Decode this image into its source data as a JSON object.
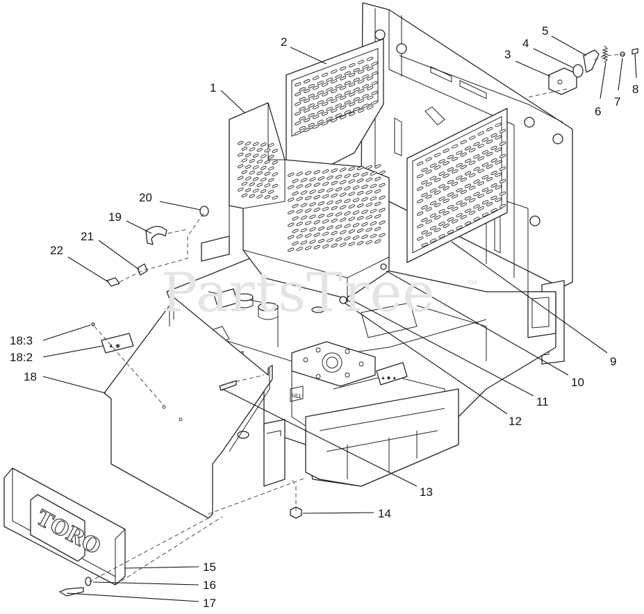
{
  "watermark": "PartsTree",
  "watermark_tm": "TM",
  "logo_text": "TORO",
  "callouts": [
    {
      "id": "callout-1",
      "label": "1"
    },
    {
      "id": "callout-2",
      "label": "2"
    },
    {
      "id": "callout-3",
      "label": "3"
    },
    {
      "id": "callout-4",
      "label": "4"
    },
    {
      "id": "callout-5",
      "label": "5"
    },
    {
      "id": "callout-6",
      "label": "6"
    },
    {
      "id": "callout-7",
      "label": "7"
    },
    {
      "id": "callout-8",
      "label": "8"
    },
    {
      "id": "callout-9",
      "label": "9"
    },
    {
      "id": "callout-10",
      "label": "10"
    },
    {
      "id": "callout-11",
      "label": "11"
    },
    {
      "id": "callout-12",
      "label": "12"
    },
    {
      "id": "callout-13",
      "label": "13"
    },
    {
      "id": "callout-14",
      "label": "14"
    },
    {
      "id": "callout-15",
      "label": "15"
    },
    {
      "id": "callout-16",
      "label": "16"
    },
    {
      "id": "callout-17",
      "label": "17"
    },
    {
      "id": "callout-18",
      "label": "18"
    },
    {
      "id": "callout-18-2",
      "label": "18:2"
    },
    {
      "id": "callout-18-3",
      "label": "18:3"
    },
    {
      "id": "callout-19",
      "label": "19"
    },
    {
      "id": "callout-20",
      "label": "20"
    },
    {
      "id": "callout-21",
      "label": "21"
    },
    {
      "id": "callout-22",
      "label": "22"
    }
  ]
}
